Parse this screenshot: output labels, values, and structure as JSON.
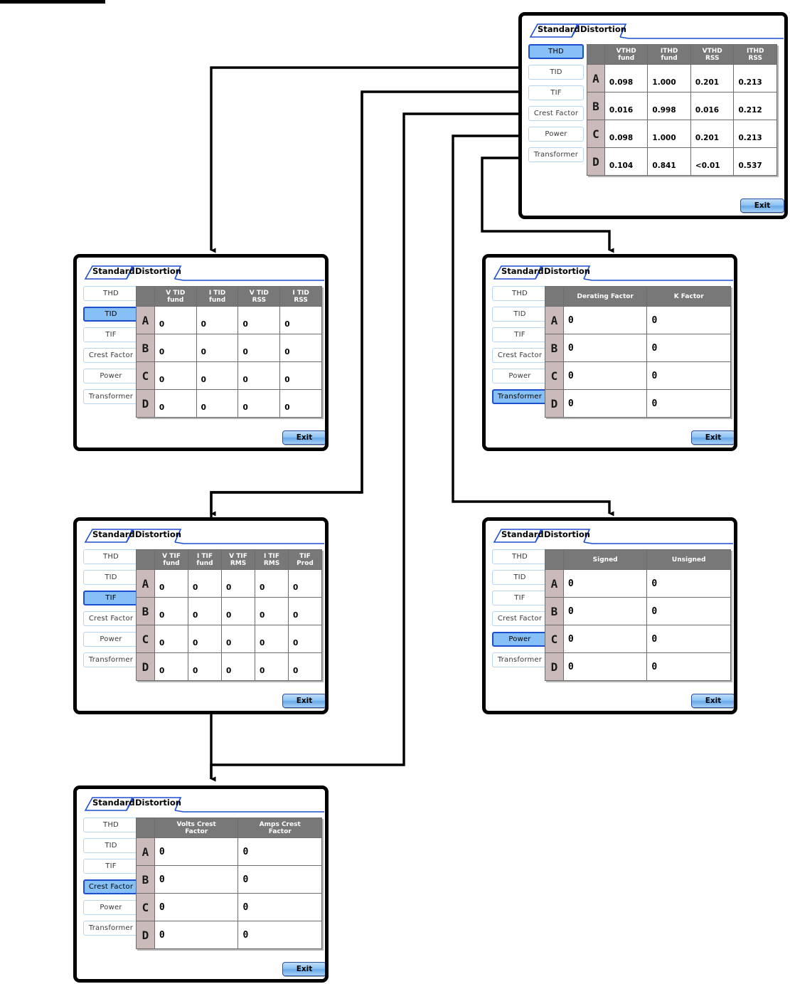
{
  "diagram": {
    "title_bar": "",
    "tabs": {
      "inactive": "Standard",
      "active": "Distortion"
    },
    "menu_items": [
      "THD",
      "TID",
      "TIF",
      "Crest Factor",
      "Power",
      "Transformer"
    ],
    "row_labels": [
      "A",
      "B",
      "C",
      "D"
    ],
    "exit_label": "Exit",
    "colors": {
      "selected_button_fill": "#86c0f7",
      "selected_button_border": "#1b4fd0",
      "button_border": "#b6d5f2",
      "table_header": "#787878",
      "row_label": "#cbbaba",
      "tab_accent": "#1b4fd0",
      "panel_border": "#000000"
    }
  },
  "panels": [
    {
      "id": "thd",
      "selected": "THD",
      "headers": [
        {
          "line1": "VTHD",
          "line2": "fund"
        },
        {
          "line1": "ITHD",
          "line2": "fund"
        },
        {
          "line1": "VTHD",
          "line2": "RSS"
        },
        {
          "line1": "ITHD",
          "line2": "RSS"
        }
      ],
      "rows": [
        {
          "label": "A",
          "values": [
            "0.098",
            "1.000",
            "0.201",
            "0.213"
          ]
        },
        {
          "label": "B",
          "values": [
            "0.016",
            "0.998",
            "0.016",
            "0.212"
          ]
        },
        {
          "label": "C",
          "values": [
            "0.098",
            "1.000",
            "0.201",
            "0.213"
          ]
        },
        {
          "label": "D",
          "values": [
            "0.104",
            "0.841",
            "<0.01",
            "0.537"
          ]
        }
      ]
    },
    {
      "id": "tid",
      "selected": "TID",
      "headers": [
        {
          "line1": "V TID",
          "line2": "fund"
        },
        {
          "line1": "I TID",
          "line2": "fund"
        },
        {
          "line1": "V TID",
          "line2": "RSS"
        },
        {
          "line1": "I TID",
          "line2": "RSS"
        }
      ],
      "rows": [
        {
          "label": "A",
          "values": [
            "0",
            "0",
            "0",
            "0"
          ]
        },
        {
          "label": "B",
          "values": [
            "0",
            "0",
            "0",
            "0"
          ]
        },
        {
          "label": "C",
          "values": [
            "0",
            "0",
            "0",
            "0"
          ]
        },
        {
          "label": "D",
          "values": [
            "0",
            "0",
            "0",
            "0"
          ]
        }
      ]
    },
    {
      "id": "transformer",
      "selected": "Transformer",
      "headers": [
        {
          "line1": "Derating Factor",
          "line2": ""
        },
        {
          "line1": "K Factor",
          "line2": ""
        }
      ],
      "rows": [
        {
          "label": "A",
          "values": [
            "0",
            "0"
          ]
        },
        {
          "label": "B",
          "values": [
            "0",
            "0"
          ]
        },
        {
          "label": "C",
          "values": [
            "0",
            "0"
          ]
        },
        {
          "label": "D",
          "values": [
            "0",
            "0"
          ]
        }
      ]
    },
    {
      "id": "tif",
      "selected": "TIF",
      "headers": [
        {
          "line1": "V TIF",
          "line2": "fund"
        },
        {
          "line1": "I TIF",
          "line2": "fund"
        },
        {
          "line1": "V TIF",
          "line2": "RMS"
        },
        {
          "line1": "I TIF",
          "line2": "RMS"
        },
        {
          "line1": "TIF",
          "line2": "Prod"
        }
      ],
      "rows": [
        {
          "label": "A",
          "values": [
            "0",
            "0",
            "0",
            "0",
            "0"
          ]
        },
        {
          "label": "B",
          "values": [
            "0",
            "0",
            "0",
            "0",
            "0"
          ]
        },
        {
          "label": "C",
          "values": [
            "0",
            "0",
            "0",
            "0",
            "0"
          ]
        },
        {
          "label": "D",
          "values": [
            "0",
            "0",
            "0",
            "0",
            "0"
          ]
        }
      ]
    },
    {
      "id": "power",
      "selected": "Power",
      "headers": [
        {
          "line1": "Signed",
          "line2": ""
        },
        {
          "line1": "Unsigned",
          "line2": ""
        }
      ],
      "rows": [
        {
          "label": "A",
          "values": [
            "0",
            "0"
          ]
        },
        {
          "label": "B",
          "values": [
            "0",
            "0"
          ]
        },
        {
          "label": "C",
          "values": [
            "0",
            "0"
          ]
        },
        {
          "label": "D",
          "values": [
            "0",
            "0"
          ]
        }
      ]
    },
    {
      "id": "crest",
      "selected": "Crest Factor",
      "headers": [
        {
          "line1": "Volts Crest",
          "line2": "Factor"
        },
        {
          "line1": "Amps Crest",
          "line2": "Factor"
        }
      ],
      "rows": [
        {
          "label": "A",
          "values": [
            "0",
            "0"
          ]
        },
        {
          "label": "B",
          "values": [
            "0",
            "0"
          ]
        },
        {
          "label": "C",
          "values": [
            "0",
            "0"
          ]
        },
        {
          "label": "D",
          "values": [
            "0",
            "0"
          ]
        }
      ]
    }
  ]
}
